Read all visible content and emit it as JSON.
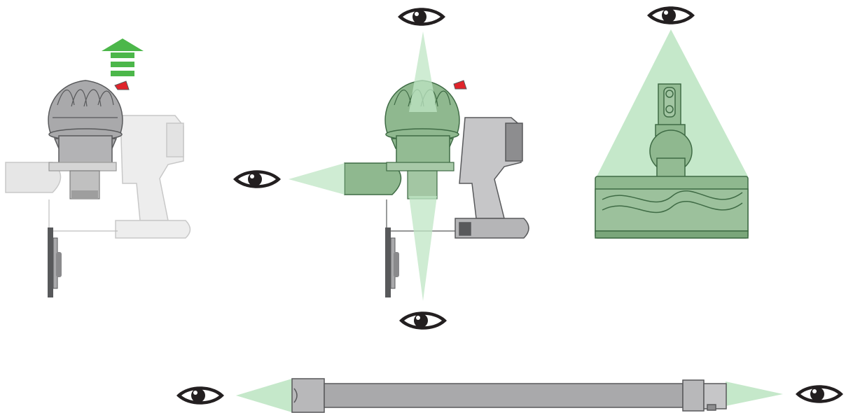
{
  "colors": {
    "cone": "#bfe6c4",
    "cone_stroke": "#a7d9ad",
    "green_tint": "#8fb88f",
    "green_tint_dark": "#3f6b45",
    "arrow_green": "#4cb74a",
    "red_latch": "#e0242b",
    "gray_body": "#a9a9ab",
    "gray_dark": "#58595b",
    "faded": "#e6e6e6",
    "faded_stroke": "#bdbdbd",
    "eye": "#231f20"
  },
  "figures": [
    {
      "name": "remove-bin-step",
      "icons": [
        "up-arrow-icon"
      ]
    },
    {
      "name": "inspect-main-body",
      "icons": [
        "eye-icon",
        "eye-icon",
        "eye-icon"
      ]
    },
    {
      "name": "inspect-cleaner-head",
      "icons": [
        "eye-icon"
      ]
    },
    {
      "name": "inspect-wand",
      "icons": [
        "eye-icon",
        "eye-icon"
      ]
    }
  ]
}
